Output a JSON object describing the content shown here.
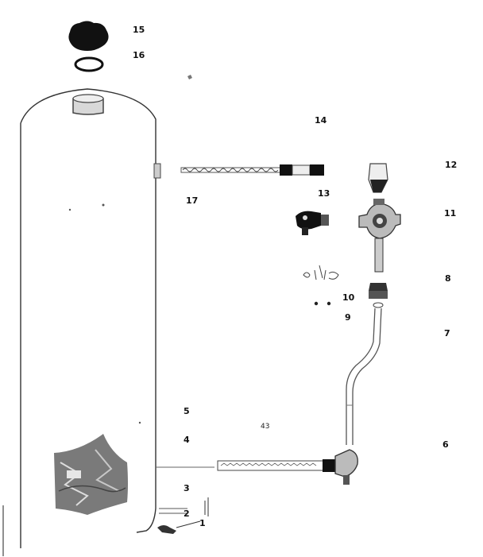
{
  "diagram": {
    "drawing_number": "43",
    "callouts": {
      "c1": "1",
      "c2": "2",
      "c3": "3",
      "c4": "4",
      "c5": "5",
      "c6": "6",
      "c7": "7",
      "c8": "8",
      "c9": "9",
      "c10": "10",
      "c11": "11",
      "c12": "12",
      "c13": "13",
      "c14": "14",
      "c15": "15",
      "c16": "16",
      "c17": "17"
    },
    "colors": {
      "ink": "#111111",
      "tank_outline": "#333333",
      "insulation": "#777777"
    }
  }
}
